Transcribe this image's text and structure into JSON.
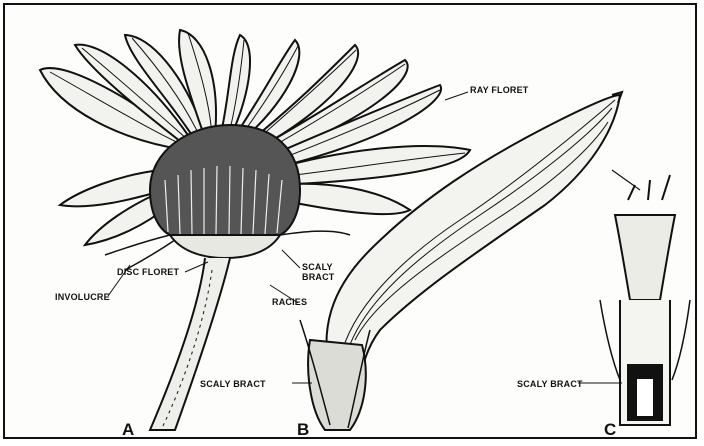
{
  "labels": {
    "ray_floret": "RAY FLORET",
    "disc_floret": "DISC FLORET",
    "involucre": "INVOLUCRE",
    "scaly_bract_a": "SCALY\nBRACT",
    "racies": "RACIES",
    "scaly_bract_b": "SCALY BRACT",
    "scaly_bract_c": "SCALY BRACT"
  },
  "panels": {
    "a": "A",
    "b": "B",
    "c": "C"
  },
  "colors": {
    "ink": "#111111",
    "paper": "#fdfdfb"
  }
}
